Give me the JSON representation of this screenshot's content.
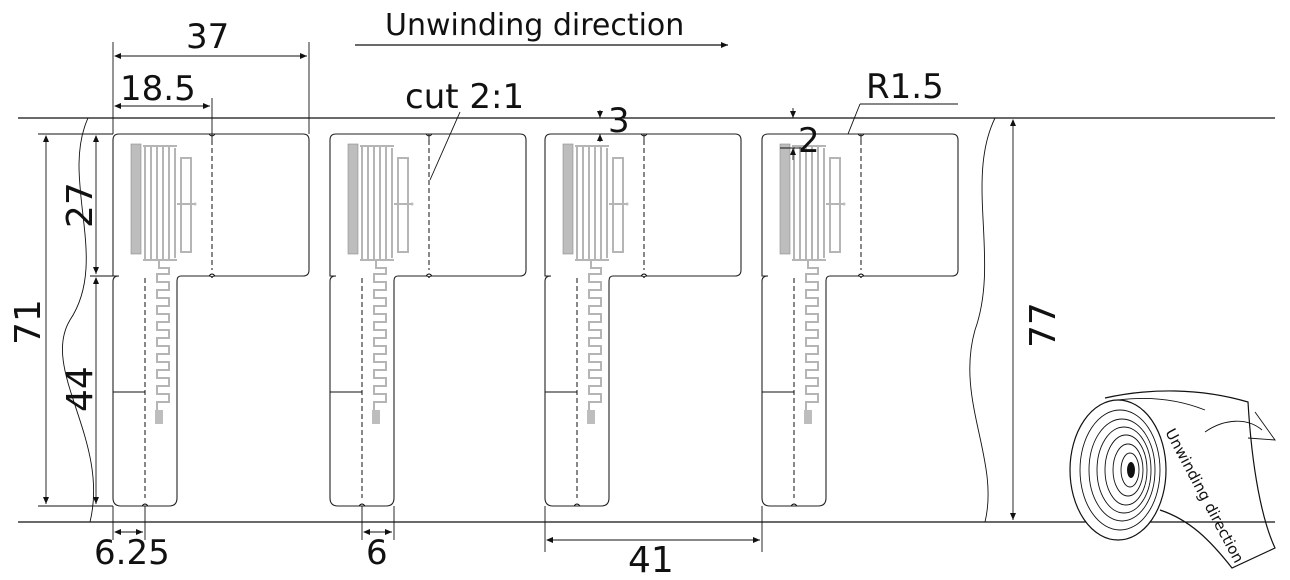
{
  "diagram": {
    "top_caption": "Unwinding direction",
    "cut_label": "cut 2:1",
    "radius_label": "R1.5",
    "roll_caption": "Unwinding direction",
    "dimensions": {
      "label_width": "37",
      "half_width": "18.5",
      "gap_top": "3",
      "margin_top": "2",
      "head_height": "27",
      "tail_height": "44",
      "total_height": "71",
      "web_width": "77",
      "tail_split": "6.25",
      "tail_width": "6",
      "pitch": "41"
    },
    "colors": {
      "line": "#111111",
      "antenna": "#bdbdbd"
    }
  }
}
